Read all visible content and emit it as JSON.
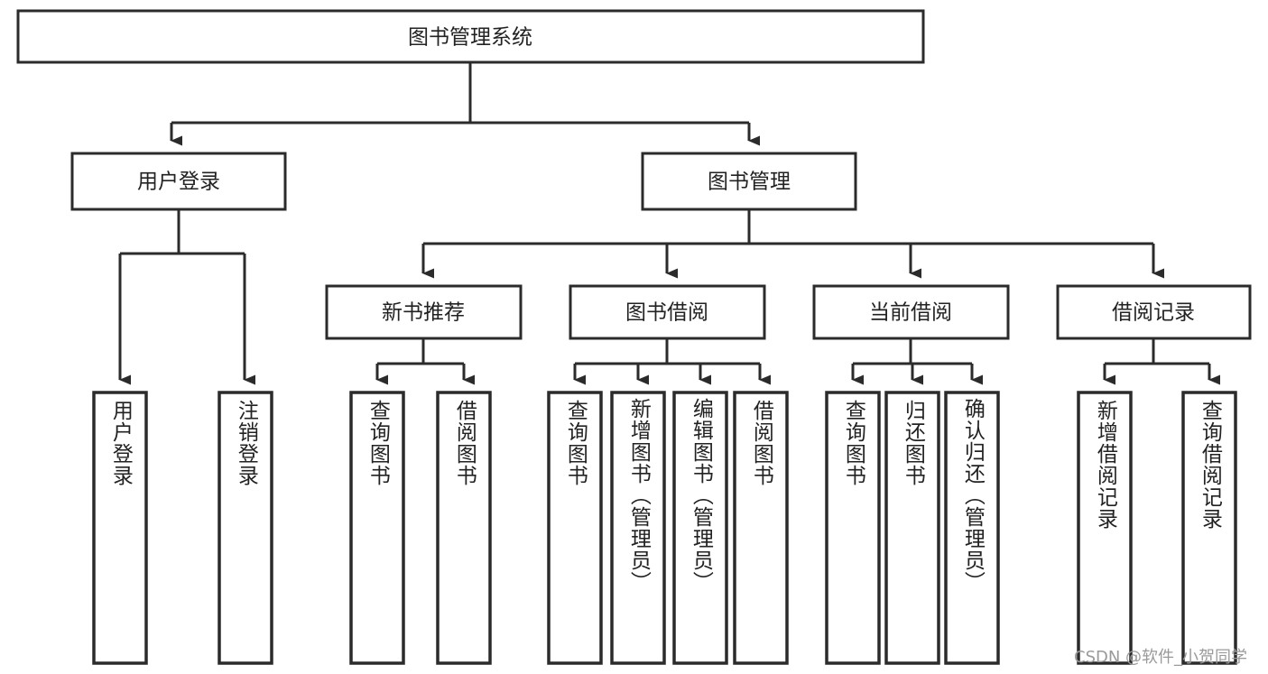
{
  "diagram": {
    "type": "tree-hierarchy",
    "title": "图书管理系统",
    "orientation": "top-down",
    "colors": {
      "box_border": "#2b2b2b",
      "box_fill": "#ffffff",
      "connector": "#2b2b2b",
      "text": "#222222",
      "watermark": "#9a9a9a",
      "background": "#ffffff"
    },
    "root": {
      "label": "图书管理系统",
      "level": 0
    },
    "level1": [
      {
        "label": "用户登录"
      },
      {
        "label": "图书管理"
      }
    ],
    "level2": [
      {
        "label": "新书推荐",
        "parent": "图书管理"
      },
      {
        "label": "图书借阅",
        "parent": "图书管理"
      },
      {
        "label": "当前借阅",
        "parent": "图书管理"
      },
      {
        "label": "借阅记录",
        "parent": "图书管理"
      }
    ],
    "leaves": {
      "user_login": [
        {
          "label": "用户登录"
        },
        {
          "label": "注销登录"
        }
      ],
      "new_book_recommend": [
        {
          "label": "查询图书"
        },
        {
          "label": "借阅图书"
        }
      ],
      "book_borrow": [
        {
          "label": "查询图书"
        },
        {
          "label": "新增图书（管理员）"
        },
        {
          "label": "编辑图书（管理员）"
        },
        {
          "label": "借阅图书"
        }
      ],
      "current_borrow": [
        {
          "label": "查询图书"
        },
        {
          "label": "归还图书"
        },
        {
          "label": "确认归还（管理员）"
        }
      ],
      "borrow_record": [
        {
          "label": "新增借阅记录"
        },
        {
          "label": "查询借阅记录"
        }
      ]
    }
  },
  "watermark": {
    "text": "CSDN @软件_小贺同学"
  }
}
